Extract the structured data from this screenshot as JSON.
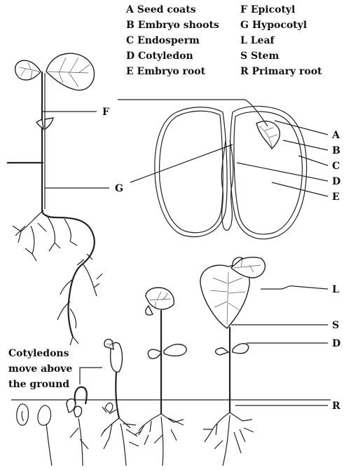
{
  "legend": {
    "left": [
      "A Seed coats",
      "B Embryo shoots",
      "C Endosperm",
      "D Cotyledon",
      "E Embryo root"
    ],
    "right": [
      "F Epicotyl",
      "G Hypocotyl",
      "L Leaf",
      "S Stem",
      "R Primary root"
    ]
  },
  "labels": {
    "F": "F",
    "G": "G",
    "seed": [
      "A",
      "B",
      "C",
      "D",
      "E"
    ],
    "seedling": [
      "L",
      "S",
      "D",
      "R"
    ]
  },
  "note": [
    "Cotyledons",
    "move above",
    "the ground"
  ]
}
